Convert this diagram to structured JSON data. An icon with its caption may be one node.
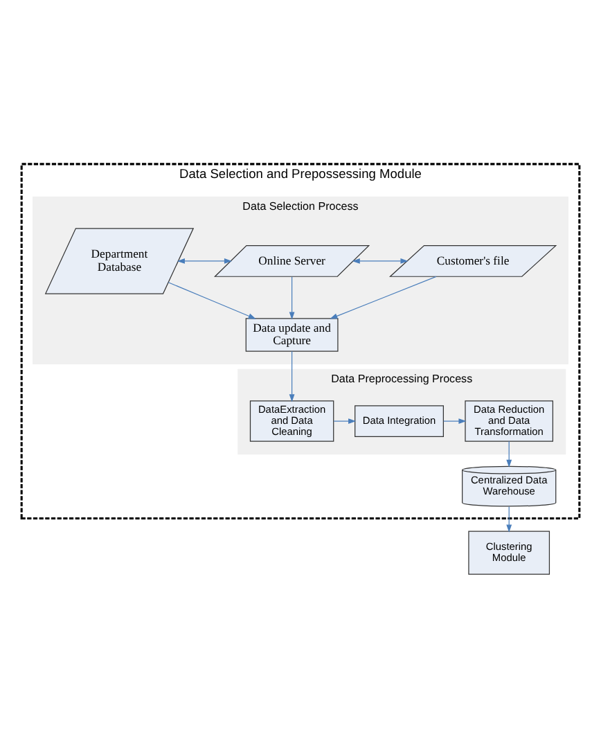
{
  "diagram": {
    "nodes": [
      {
        "text": [
          "Data Selection and Prepossessing Module"
        ]
      },
      {
        "text": [
          "Data Selection Process"
        ],
        "in": 0
      },
      {
        "text": [
          "Department Database"
        ],
        "in": 1
      },
      {
        "text": [
          "Online Server"
        ],
        "in": 1
      },
      {
        "text": [
          "Customer's file"
        ],
        "in": 1
      },
      {
        "text": [
          "Data update and Capture"
        ],
        "in": 1
      },
      {
        "text": [
          "Data Preprocessing Process"
        ],
        "in": 0
      },
      {
        "text": [
          "DataExtraction and Data Cleaning"
        ],
        "in": 6
      },
      {
        "text": [
          "Data Integration"
        ],
        "in": 6
      },
      {
        "text": [
          "Data Reduction and Data Transformation"
        ],
        "in": 6
      },
      {
        "text": [
          "Centralized Data Warehouse"
        ],
        "in": 0
      },
      {
        "text": [
          "Clustering Module"
        ]
      }
    ],
    "edges": [
      {
        "from": 2,
        "to": 3,
        "arrow": "both"
      },
      {
        "from": 3,
        "to": 4,
        "arrow": "both"
      },
      {
        "from": 2,
        "to": 5,
        "arrow": "to"
      },
      {
        "from": 3,
        "to": 5,
        "arrow": "to"
      },
      {
        "from": 4,
        "to": 5,
        "arrow": "to"
      },
      {
        "from": 5,
        "to": 7,
        "arrow": "to"
      },
      {
        "from": 7,
        "to": 8,
        "arrow": "to"
      },
      {
        "from": 8,
        "to": 9,
        "arrow": "to"
      },
      {
        "from": 9,
        "to": 10,
        "arrow": "to"
      },
      {
        "from": 10,
        "to": 11,
        "arrow": "to"
      }
    ]
  }
}
